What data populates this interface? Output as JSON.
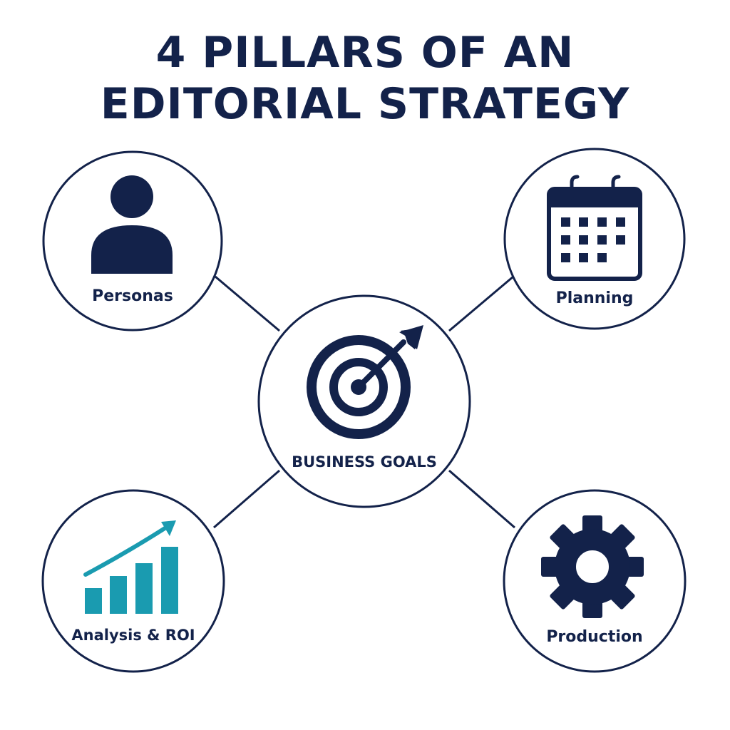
{
  "title": {
    "line1": "4 PILLARS OF AN",
    "line2": "EDITORIAL STRATEGY"
  },
  "center": {
    "label": "BUSINESS GOALS",
    "icon": "target-with-arrow-icon"
  },
  "pillars": [
    {
      "id": "personas",
      "label": "Personas",
      "icon": "person-icon"
    },
    {
      "id": "planning",
      "label": "Planning",
      "icon": "calendar-icon"
    },
    {
      "id": "analysis",
      "label": "Analysis & ROI",
      "icon": "bar-chart-growth-icon"
    },
    {
      "id": "production",
      "label": "Production",
      "icon": "gear-icon"
    }
  ],
  "colors": {
    "navy": "#13224a",
    "teal": "#1a9bb0",
    "background": "#ffffff"
  }
}
